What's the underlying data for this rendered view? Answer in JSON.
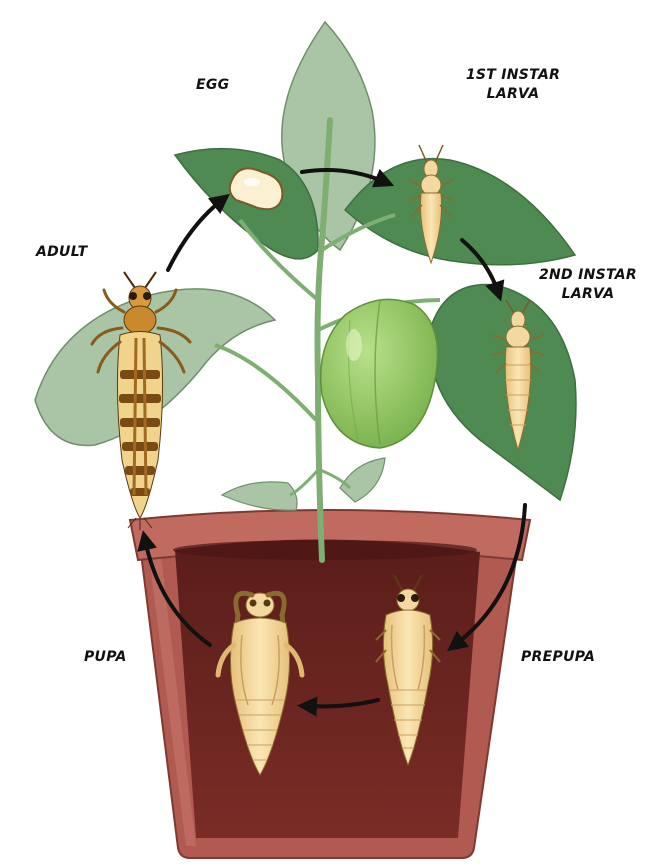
{
  "stages": {
    "egg": {
      "label": "EGG"
    },
    "first_instar": {
      "line1": "1ST INSTAR",
      "line2": "LARVA"
    },
    "second_instar": {
      "line1": "2ND INSTAR",
      "line2": "LARVA"
    },
    "prepupa": {
      "label": "PREPUPA"
    },
    "pupa": {
      "label": "PUPA"
    },
    "adult": {
      "label": "ADULT"
    }
  },
  "colors": {
    "leaf_light": "#a9c5a6",
    "leaf_dark": "#4f8a52",
    "leaf_dark_edge": "#3d6f40",
    "stem": "#7fae73",
    "fruit": "#93c861",
    "pot": "#b15a51",
    "pot_rim": "#c06a60",
    "soil": "#6b2420",
    "insect_pale": "#f3d9a0",
    "insect_stripe": "#7a4a14",
    "arrow": "#111111"
  }
}
